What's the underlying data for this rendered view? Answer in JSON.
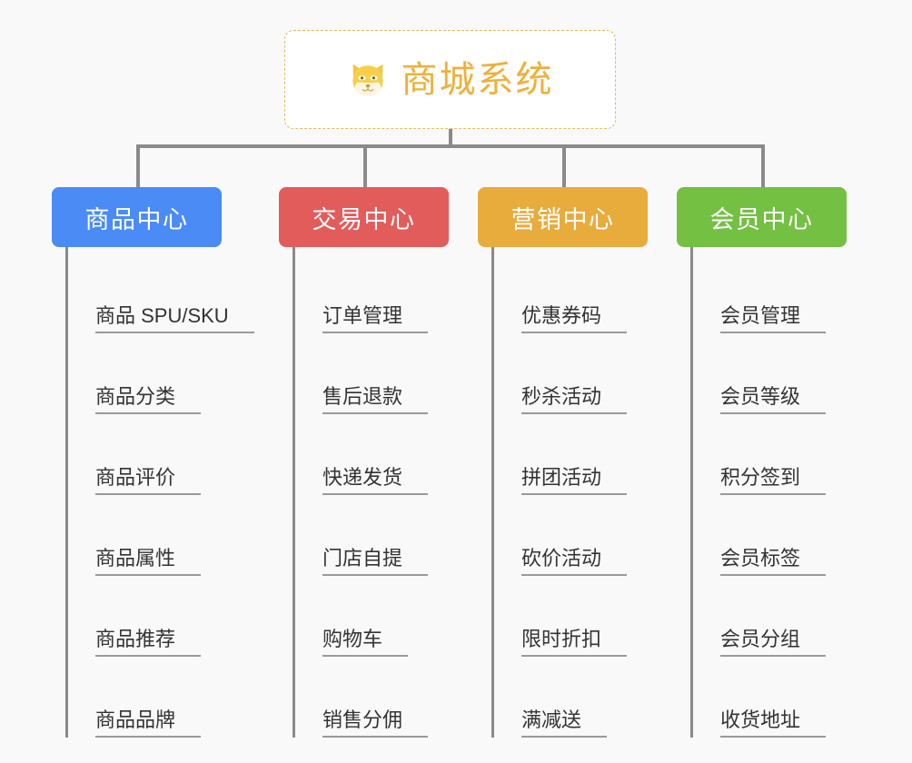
{
  "background_color": "#f9f9f9",
  "root": {
    "title": "商城系统",
    "icon": "shiba-dog-emoji",
    "text_color": "#eeb03c",
    "border_color": "#e8b962",
    "background": "#ffffff"
  },
  "connector_color": "#8a8a8a",
  "columns": [
    {
      "title": "商品中心",
      "color": "#4a8bf5",
      "items": [
        {
          "label": "商品 SPU/SKU"
        },
        {
          "label": "商品分类"
        },
        {
          "label": "商品评价"
        },
        {
          "label": "商品属性"
        },
        {
          "label": "商品推荐"
        },
        {
          "label": "商品品牌"
        }
      ]
    },
    {
      "title": "交易中心",
      "color": "#e25c5c",
      "items": [
        {
          "label": "订单管理"
        },
        {
          "label": "售后退款"
        },
        {
          "label": "快递发货"
        },
        {
          "label": "门店自提"
        },
        {
          "label": "购物车"
        },
        {
          "label": "销售分佣"
        }
      ]
    },
    {
      "title": "营销中心",
      "color": "#e8ac3d",
      "items": [
        {
          "label": "优惠券码"
        },
        {
          "label": "秒杀活动"
        },
        {
          "label": "拼团活动"
        },
        {
          "label": "砍价活动"
        },
        {
          "label": "限时折扣"
        },
        {
          "label": "满减送"
        }
      ]
    },
    {
      "title": "会员中心",
      "color": "#73c042",
      "items": [
        {
          "label": "会员管理"
        },
        {
          "label": "会员等级"
        },
        {
          "label": "积分签到"
        },
        {
          "label": "会员标签"
        },
        {
          "label": "会员分组"
        },
        {
          "label": "收货地址"
        }
      ]
    }
  ]
}
